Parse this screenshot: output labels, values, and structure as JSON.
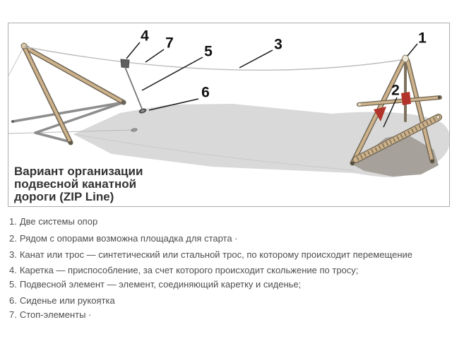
{
  "title": {
    "lines": [
      "Вариант организации",
      "подвесной канатной",
      "дороги (ZIP Line)"
    ]
  },
  "callouts": [
    "1",
    "2",
    "3",
    "4",
    "5",
    "6",
    "7"
  ],
  "legend": {
    "items": [
      {
        "num": "1.",
        "text": "Две системы опор"
      },
      {
        "num": "2.",
        "text": "Рядом с опорами возможна площадка для старта ·"
      },
      {
        "num": "3.",
        "text": "Канат или трос — синтетический или стальной трос, по которому происходит перемещение"
      },
      {
        "num": "4.",
        "text": "Каретка — приспособление, за счет которого происходит скольжение по тросу;"
      },
      {
        "num": "5.",
        "text": "Подвесной элемент — элемент, соединяющий каретку и сиденье;"
      },
      {
        "num": "6.",
        "text": "Сиденье или рукоятка"
      },
      {
        "num": "7.",
        "text": "Стоп-элементы ·"
      }
    ]
  },
  "stray_mark": "'",
  "colors": {
    "wood": "#cdb28b",
    "wood_outline": "#6e6453",
    "metal_gray": "#8d8d8d",
    "ground": "#d9d9d9",
    "shadow": "#a6a29b",
    "accent_red": "#b23329",
    "cable": "#bdbdbd",
    "text_dark": "#333333",
    "text_gray": "#4e4e4e",
    "frame_border": "#ababab",
    "leader": "#1c1c1c"
  }
}
